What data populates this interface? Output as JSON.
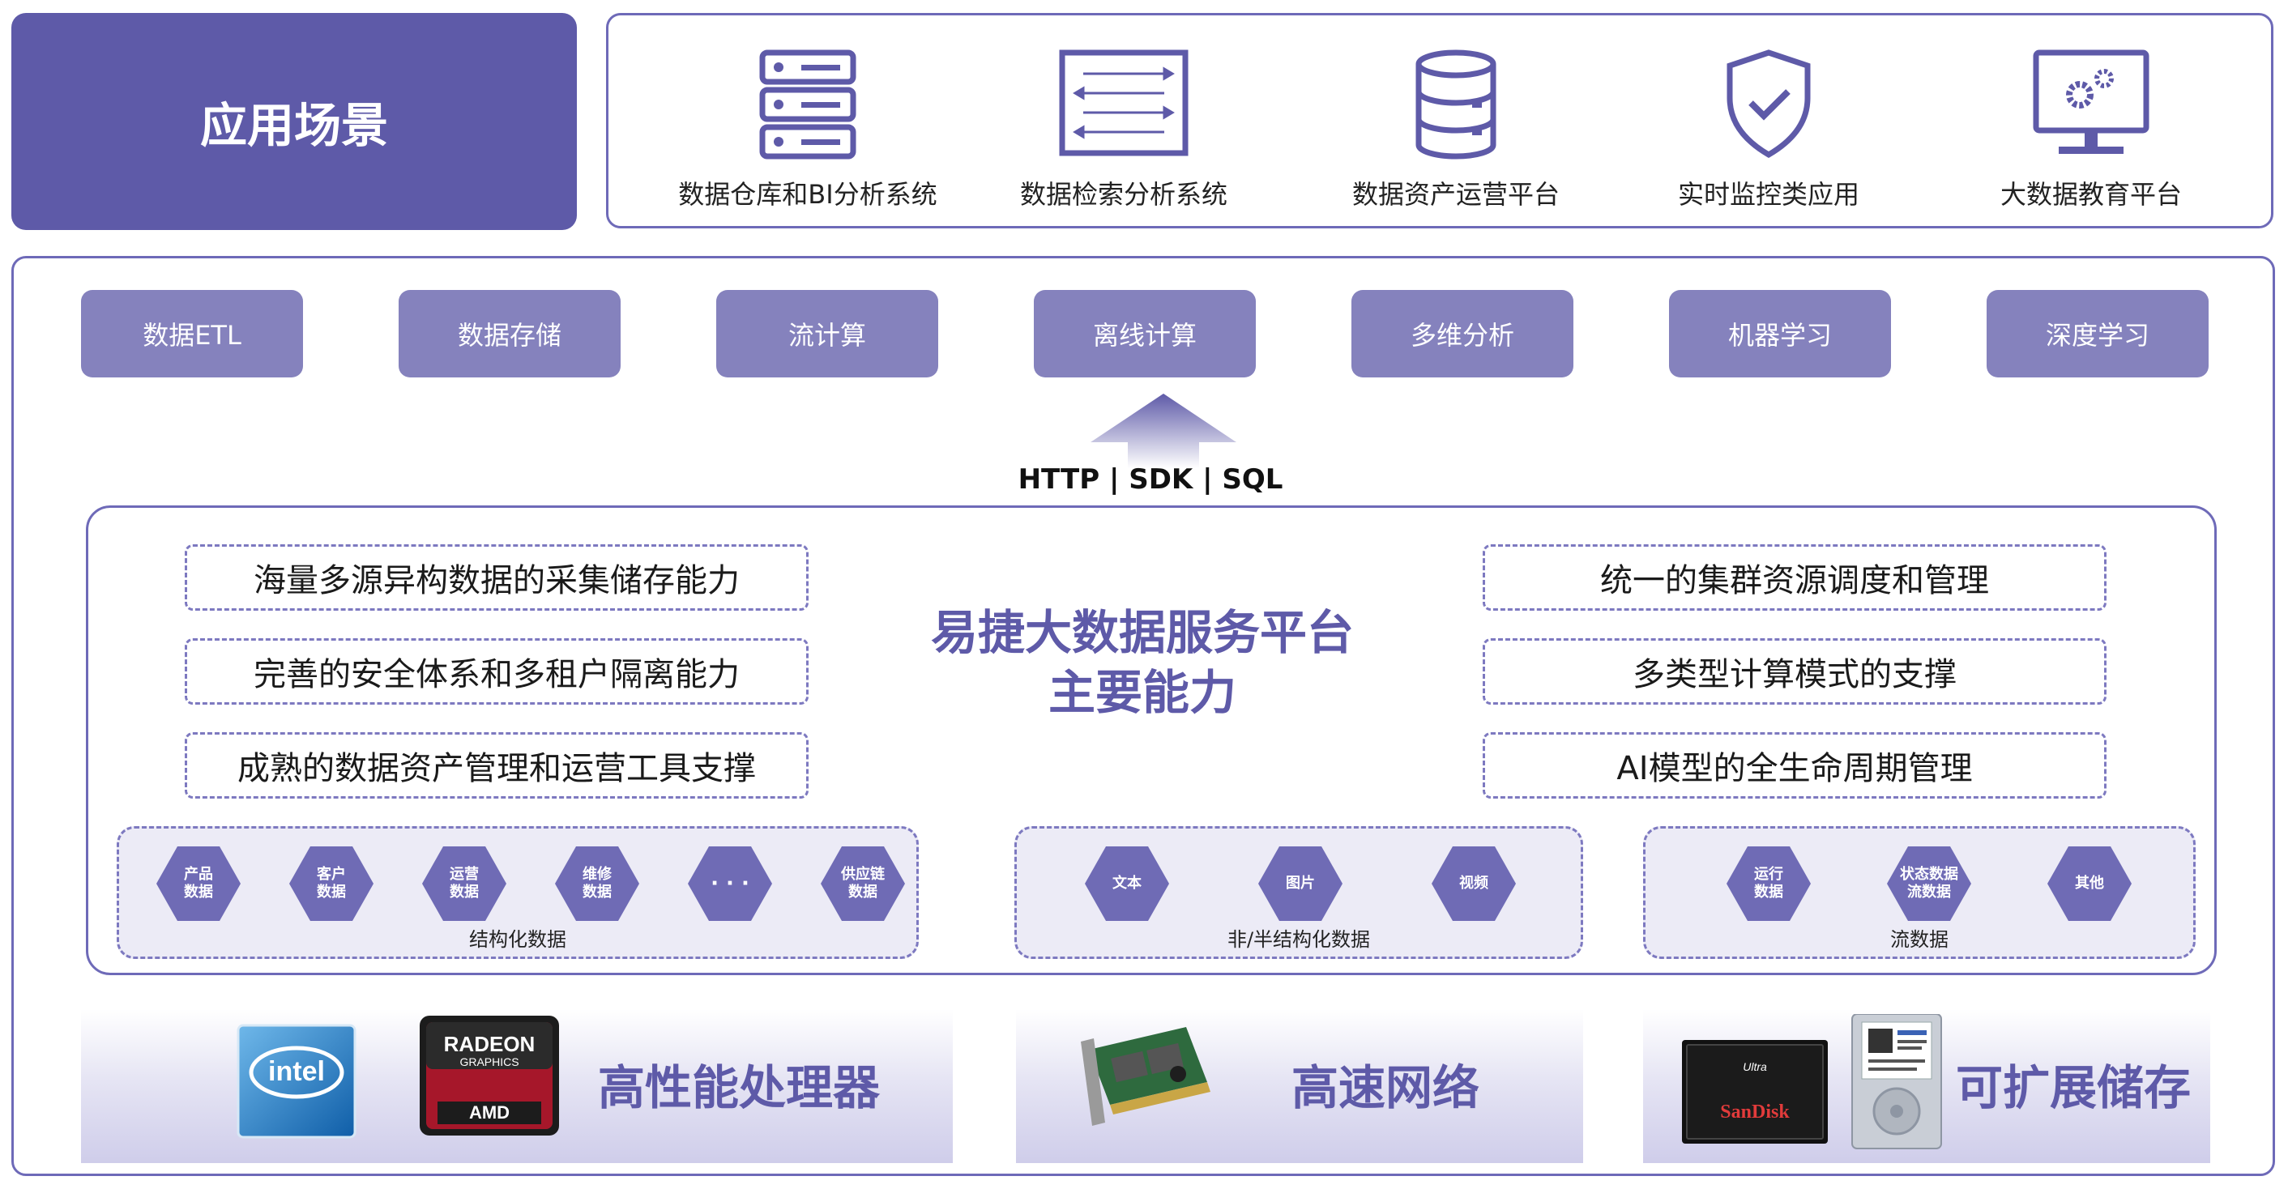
{
  "scene": {
    "title": "应用场景"
  },
  "applications": [
    {
      "icon": "server-rack-icon",
      "label": "数据仓库和BI分析系统"
    },
    {
      "icon": "document-list-icon",
      "label": "数据检索分析系统"
    },
    {
      "icon": "database-cylinder-icon",
      "label": "数据资产运营平台"
    },
    {
      "icon": "shield-check-icon",
      "label": "实时监控类应用"
    },
    {
      "icon": "monitor-gears-icon",
      "label": "大数据教育平台"
    }
  ],
  "modules": [
    "数据ETL",
    "数据存储",
    "流计算",
    "离线计算",
    "多维分析",
    "机器学习",
    "深度学习"
  ],
  "protocol": "HTTP | SDK | SQL",
  "platform": {
    "title_line1": "易捷大数据服务平台",
    "title_line2": "主要能力"
  },
  "capabilities_left": [
    "海量多源异构数据的采集储存能力",
    "完善的安全体系和多租户隔离能力",
    "成熟的数据资产管理和运营工具支撑"
  ],
  "capabilities_right": [
    "统一的集群资源调度和管理",
    "多类型计算模式的支撑",
    "AI模型的全生命周期管理"
  ],
  "data_groups": [
    {
      "label": "结构化数据",
      "items": [
        [
          "产品",
          "数据"
        ],
        [
          "客户",
          "数据"
        ],
        [
          "运营",
          "数据"
        ],
        [
          "维修",
          "数据"
        ],
        [
          "· · ·"
        ],
        [
          "供应链",
          "数据"
        ]
      ]
    },
    {
      "label": "非/半结构化数据",
      "items": [
        [
          "文本"
        ],
        [
          "图片"
        ],
        [
          "视频"
        ]
      ]
    },
    {
      "label": "流数据",
      "items": [
        [
          "运行",
          "数据"
        ],
        [
          "状态数据",
          "流数据"
        ],
        [
          "其他"
        ]
      ]
    }
  ],
  "hardware": [
    {
      "title": "高性能处理器",
      "logo_intel": "intel",
      "logo_radeon": "RADEON",
      "logo_graphics": "GRAPHICS",
      "logo_amd": "AMD"
    },
    {
      "title": "高速网络"
    },
    {
      "title": "可扩展储存",
      "ssd_brand": "SanDisk",
      "ssd_model": "Ultra"
    }
  ],
  "colors": {
    "primary": "#5e5aa8",
    "module": "#8582bd",
    "hexagon": "#6f6bb5",
    "border": "#6e6ab8"
  }
}
